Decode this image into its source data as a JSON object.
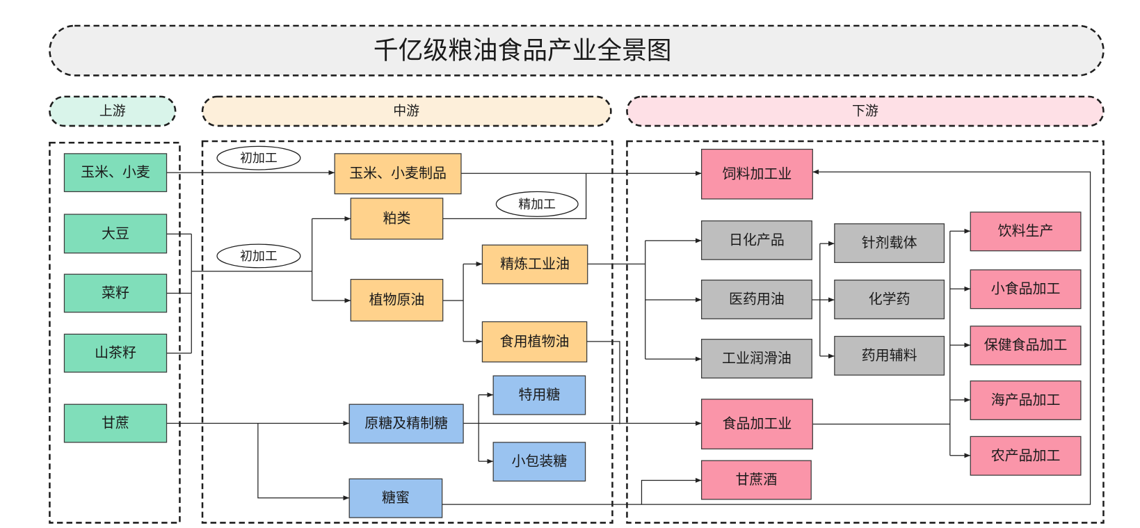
{
  "title": "千亿级粮油食品产业全景图",
  "stages": [
    "上游",
    "中游",
    "下游"
  ],
  "process_labels": [
    "初加工",
    "初加工",
    "精加工"
  ],
  "upstream": {
    "items": [
      "玉米、小麦",
      "大豆",
      "菜籽",
      "山茶籽",
      "甘蔗"
    ]
  },
  "midstream": {
    "oil": [
      "玉米、小麦制品",
      "粕类",
      "植物原油",
      "精炼工业油",
      "食用植物油"
    ],
    "sugar": [
      "原糖及精制糖",
      "特用糖",
      "小包装糖",
      "糖蜜"
    ]
  },
  "downstream": {
    "industries": [
      "饲料加工业",
      "食品加工业",
      "甘蔗酒"
    ],
    "oil_uses": [
      "日化产品",
      "医药用油",
      "工业润滑油"
    ],
    "pharma": [
      "针剂载体",
      "化学药",
      "药用辅料"
    ],
    "food_products": [
      "饮料生产",
      "小食品加工",
      "保健食品加工",
      "海产品加工",
      "农产品加工"
    ]
  },
  "colors": {
    "title_fill": "#EFEFEF",
    "upstream_header": "#D9F4EA",
    "midstream_header": "#FDEFDA",
    "downstream_header": "#FEE0E6",
    "upstream_node": "#80DEBA",
    "oil_node": "#FFD28C",
    "sugar_node": "#9AC3F0",
    "downstream_key_node": "#FA95A9",
    "intermediate_node": "#BEBEBE"
  }
}
